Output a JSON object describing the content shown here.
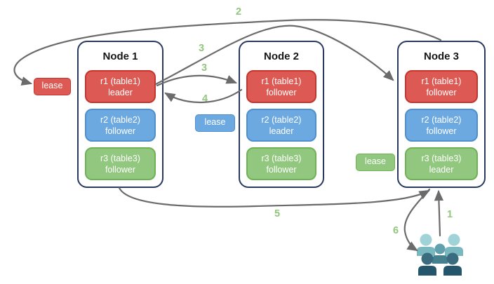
{
  "nodes": [
    {
      "title": "Node 1",
      "replicas": [
        {
          "name": "r1 (table1)",
          "role": "leader",
          "color": "red"
        },
        {
          "name": "r2 (table2)",
          "role": "follower",
          "color": "blue"
        },
        {
          "name": "r3 (table3)",
          "role": "follower",
          "color": "green"
        }
      ]
    },
    {
      "title": "Node 2",
      "replicas": [
        {
          "name": "r1 (table1)",
          "role": "follower",
          "color": "red"
        },
        {
          "name": "r2 (table2)",
          "role": "leader",
          "color": "blue"
        },
        {
          "name": "r3 (table3)",
          "role": "follower",
          "color": "green"
        }
      ]
    },
    {
      "title": "Node 3",
      "replicas": [
        {
          "name": "r1 (table1)",
          "role": "follower",
          "color": "red"
        },
        {
          "name": "r2 (table2)",
          "role": "follower",
          "color": "blue"
        },
        {
          "name": "r3 (table3)",
          "role": "leader",
          "color": "green"
        }
      ]
    }
  ],
  "leases": [
    {
      "label": "lease",
      "variant": "red"
    },
    {
      "label": "lease",
      "variant": "blue"
    },
    {
      "label": "lease",
      "variant": "green"
    }
  ],
  "steps": [
    "1",
    "2",
    "3",
    "3",
    "4",
    "5",
    "6"
  ],
  "colors": {
    "replica_red": "#DC5A53",
    "replica_red_border": "#C5352E",
    "replica_blue": "#6CA9E0",
    "replica_blue_border": "#4E8FD0",
    "replica_green": "#92C77F",
    "replica_green_border": "#6FB254",
    "node_border": "#29395F",
    "arrow": "#6B6B6B",
    "step_label": "#92C67E"
  },
  "users": {
    "palette": {
      "light_head": "#9FD3D8",
      "light_body": "#7AB8BF",
      "mid_head": "#61A1AE",
      "mid_body": "#45808F",
      "dark_head": "#3A6B7E",
      "dark_body": "#24556A"
    }
  }
}
